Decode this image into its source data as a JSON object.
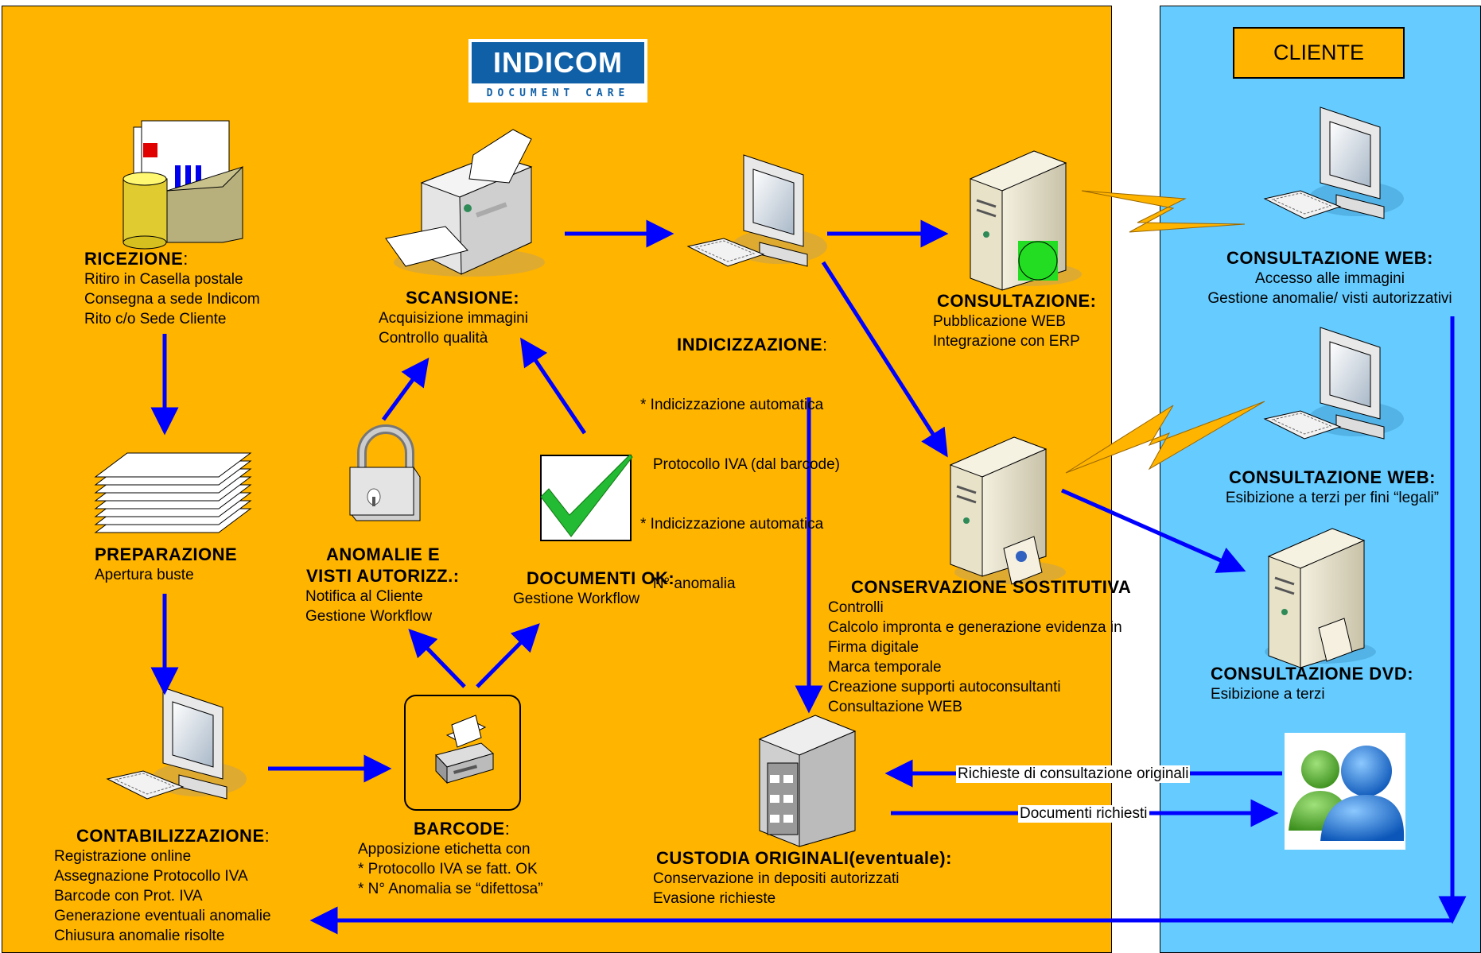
{
  "logo": {
    "brand": "INDICOM",
    "tagline": "DOCUMENT CARE"
  },
  "client_header": "CLIENTE",
  "nodes": {
    "ricezione": {
      "title": "RICEZIONE",
      "suffix": ":",
      "lines": [
        "Ritiro in Casella postale",
        "Consegna a sede Indicom",
        "Rito c/o Sede Cliente"
      ]
    },
    "preparazione": {
      "title": "PREPARAZIONE",
      "lines": [
        "Apertura buste"
      ]
    },
    "contabilizzazione": {
      "title": "CONTABILIZZAZIONE",
      "suffix": ":",
      "lines": [
        "Registrazione online",
        "Assegnazione Protocollo IVA",
        "Barcode con Prot. IVA",
        "Generazione eventuali anomalie",
        "Chiusura anomalie risolte"
      ]
    },
    "scansione": {
      "title": "SCANSIONE:",
      "lines": [
        "Acquisizione immagini",
        "Controllo qualità"
      ]
    },
    "anomalie": {
      "title_line1": "ANOMALIE E",
      "title_line2": "VISTI AUTORIZZ.:",
      "lines": [
        "Notifica al Cliente",
        "Gestione Workflow"
      ]
    },
    "documenti_ok": {
      "title": "DOCUMENTI OK:",
      "lines": [
        "Gestione Workflow"
      ]
    },
    "barcode": {
      "title": "BARCODE",
      "suffix": ":",
      "lines": [
        "Apposizione etichetta con",
        "* Protocollo IVA se fatt. OK",
        "* N° Anomalia se “difettosa”"
      ]
    },
    "indicizzazione": {
      "title": "INDICIZZAZIONE",
      "suffix": ":",
      "lines": [
        "* Indicizzazione automatica",
        "   Protocollo IVA (dal barcode)",
        "* Indicizzazione automatica",
        "   N° anomalia"
      ]
    },
    "consultazione": {
      "title": "CONSULTAZIONE:",
      "lines": [
        "Pubblicazione WEB",
        "Integrazione con ERP"
      ]
    },
    "conservazione": {
      "title": "CONSERVAZIONE SOSTITUTIVA",
      "lines": [
        "Controlli",
        "Calcolo impronta e generazione evidenza in",
        "Firma digitale",
        "Marca temporale",
        "Creazione supporti autoconsultanti",
        "Consultazione WEB"
      ]
    },
    "custodia": {
      "title": "CUSTODIA ORIGINALI",
      "title_suffix": "(eventuale):",
      "lines": [
        "Conservazione in depositi autorizzati",
        "Evasione richieste"
      ]
    },
    "consultazione_web_1": {
      "title": "CONSULTAZIONE WEB:",
      "lines": [
        "Accesso alle immagini",
        "Gestione anomalie/ visti autorizzativi"
      ]
    },
    "consultazione_web_2": {
      "title": "CONSULTAZIONE WEB:",
      "lines": [
        "Esibizione a terzi per fini “legali”"
      ]
    },
    "consultazione_dvd": {
      "title": "CONSULTAZIONE DVD:",
      "lines": [
        "Esibizione a terzi"
      ]
    }
  },
  "edge_labels": {
    "richieste": "Richieste di consultazione originali",
    "documenti_richiesti": "Documenti richiesti"
  },
  "colors": {
    "left_panel": "#FFB400",
    "right_panel": "#66CCFF",
    "arrow": "#0000FF",
    "logo_blue": "#1060a8"
  }
}
